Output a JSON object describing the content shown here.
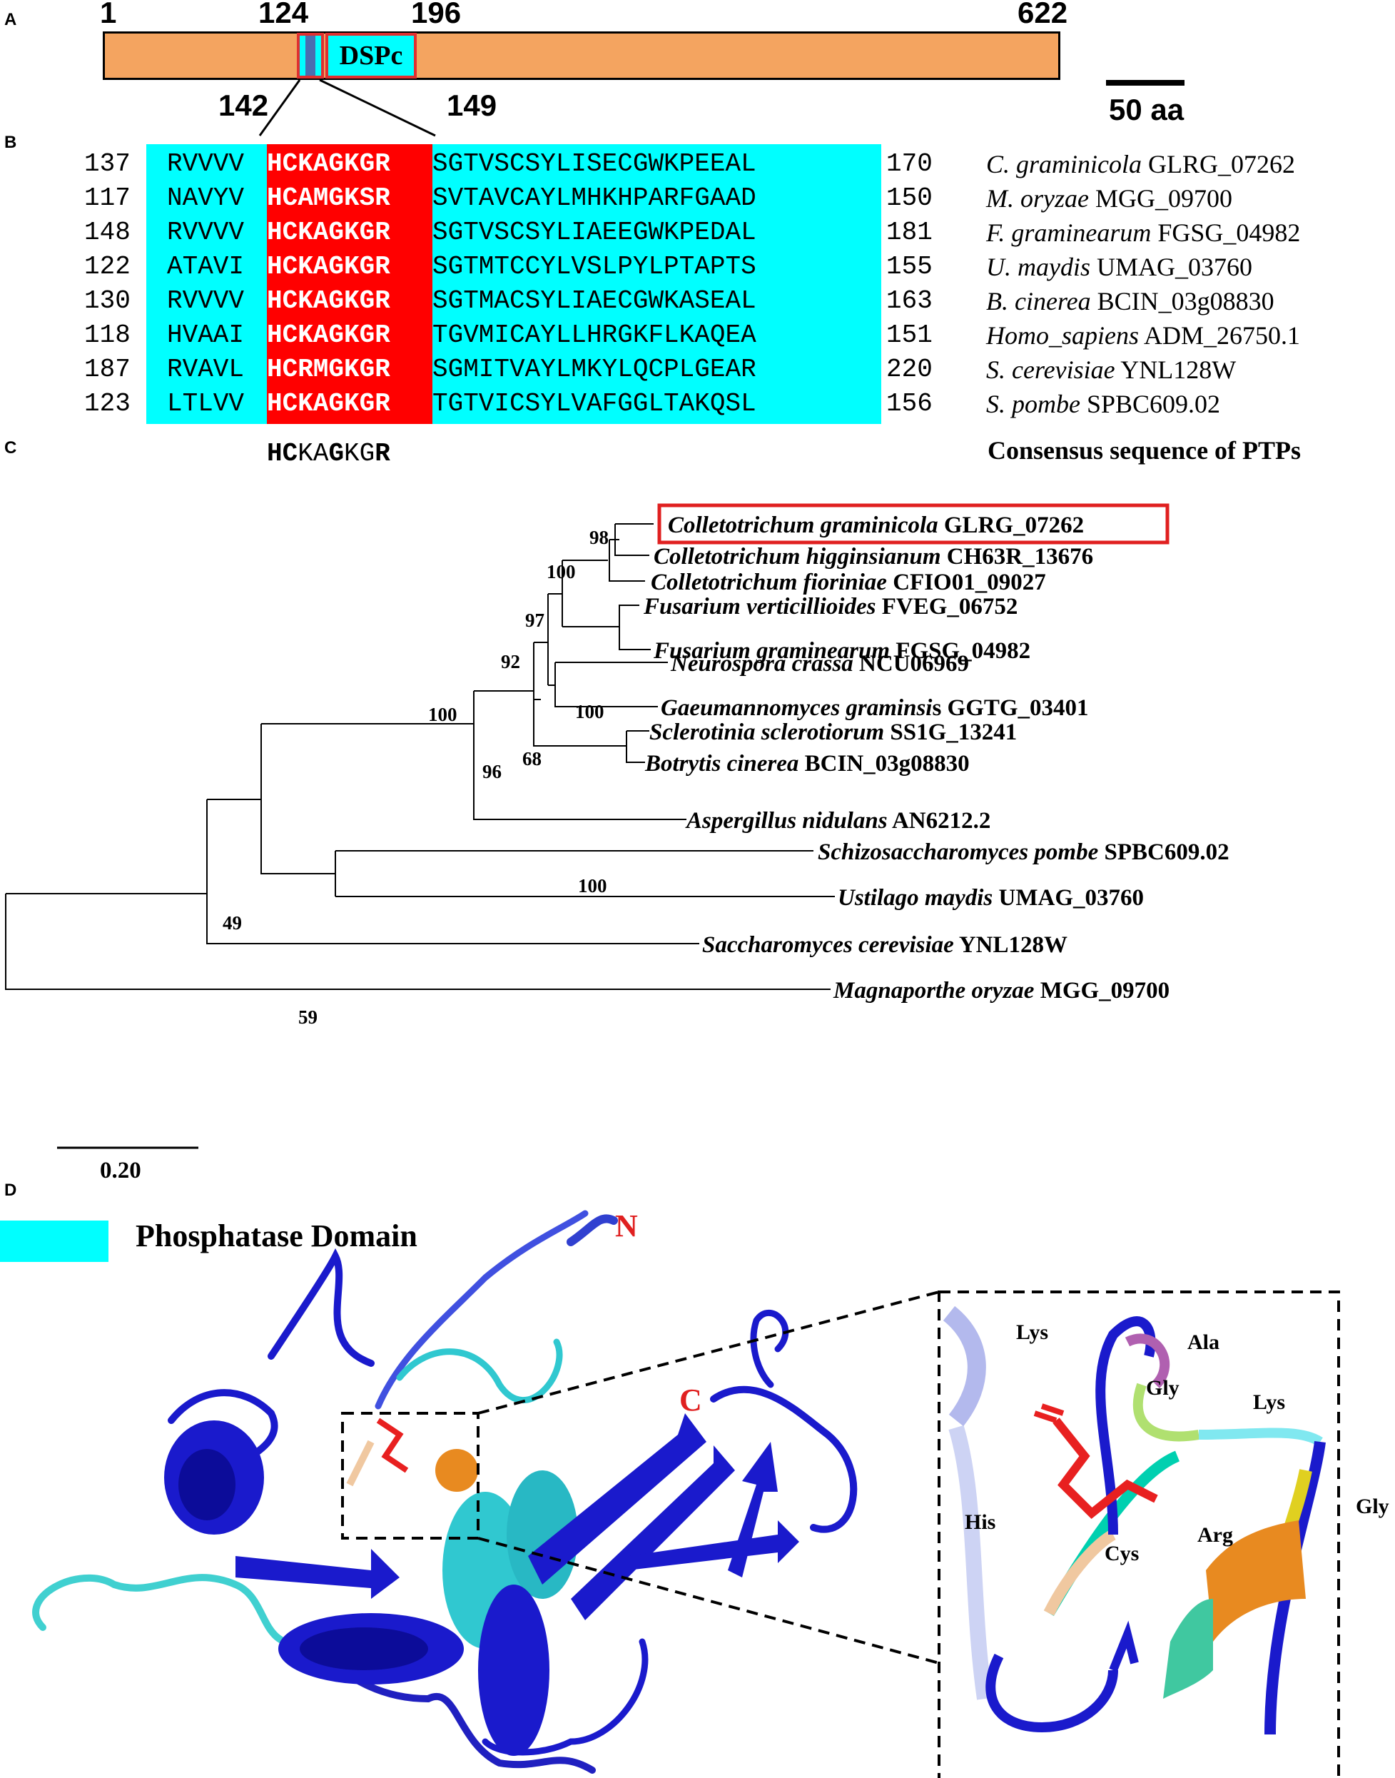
{
  "panels": {
    "a": "A",
    "b": "B",
    "c": "C",
    "d": "D"
  },
  "panel_a": {
    "positions": {
      "start": "1",
      "dspc_start": "124",
      "dspc_end": "196",
      "end": "622",
      "motif_start": "142",
      "motif_end": "149"
    },
    "domain_label": "DSPc",
    "scale_label": "50 aa",
    "colors": {
      "protein": "#F4A460",
      "domain": "#00FFFF",
      "outline": "#E03030"
    }
  },
  "alignment": {
    "rows": [
      {
        "start": "137",
        "pre": "RVVVV",
        "motif": "HCKAGKGR",
        "post": "SGTVSCSYLISECGWKPEEAL",
        "end": "170",
        "species": "C. graminicola",
        "gene": "GLRG_07262"
      },
      {
        "start": "117",
        "pre": "NAVYV",
        "motif": "HCAMGKSR",
        "post": "SVTAVCAYLMHKHPARFGAAD",
        "end": "150",
        "species": "M. oryzae",
        "gene": "MGG_09700"
      },
      {
        "start": "148",
        "pre": "RVVVV",
        "motif": "HCKAGKGR",
        "post": "SGTVSCSYLIAEEGWKPEDAL",
        "end": "181",
        "species": "F. graminearum",
        "gene": "FGSG_04982"
      },
      {
        "start": "122",
        "pre": "ATAVI",
        "motif": "HCKAGKGR",
        "post": "SGTMTCCYLVSLPYLPTAPTS",
        "end": "155",
        "species": "U. maydis",
        "gene": "UMAG_03760"
      },
      {
        "start": "130",
        "pre": "RVVVV",
        "motif": "HCKAGKGR",
        "post": "SGTMACSYLIAECGWKASEAL",
        "end": "163",
        "species": "B. cinerea",
        "gene": "BCIN_03g08830"
      },
      {
        "start": "118",
        "pre": "HVAAI",
        "motif": "HCKAGKGR",
        "post": "TGVMICAYLLHRGKFLKAQEA",
        "end": "151",
        "species": "Homo_sapiens",
        "gene": "ADM_26750.1"
      },
      {
        "start": "187",
        "pre": "RVAVL",
        "motif": "HCRMGKGR",
        "post": "SGMITVAYLMKYLQCPLGEAR",
        "end": "220",
        "species": "S. cerevisiae",
        "gene": "YNL128W"
      },
      {
        "start": "123",
        "pre": "LTLVV",
        "motif": "HCKAGKGR",
        "post": "TGTVICSYLVAFGGLTAKQSL",
        "end": "156",
        "species": "S. pombe",
        "gene": "SPBC609.02"
      }
    ],
    "consensus": {
      "bold1": "HC",
      "plain1": "KA",
      "bold2": "G",
      "plain2": "KG",
      "bold3": "R"
    },
    "consensus_label": "Consensus sequence of PTPs",
    "colors": {
      "block": "#00FFFF",
      "motif": "#FF0000"
    }
  },
  "tree": {
    "taxa": [
      {
        "genus": "Colletotrichum graminicola",
        "id": "GLRG_07262"
      },
      {
        "genus": "Colletotrichum higginsianum",
        "id": "CH63R_13676"
      },
      {
        "genus": "Colletotrichum fioriniae",
        "id": "CFIO01_09027"
      },
      {
        "genus": "Fusarium verticillioides",
        "id": "FVEG_06752"
      },
      {
        "genus": "Fusarium graminearum",
        "id": "FGSG_04982"
      },
      {
        "genus": "Neurospora crassa",
        "id": "NCU06969"
      },
      {
        "genus": "Gaeumannomyces graminsi",
        "suffix": "s",
        "id": "GGTG_03401"
      },
      {
        "genus": "Sclerotinia sclerotiorum",
        "id": "SS1G_13241"
      },
      {
        "genus": "Botrytis cinerea",
        "id": "BCIN_03g08830"
      },
      {
        "genus": "Aspergillus nidulans",
        "id": "AN6212.2"
      },
      {
        "genus": "Schizosaccharomyces pombe",
        "id": "SPBC609.02"
      },
      {
        "genus": "Ustilago maydis",
        "id": "UMAG_03760"
      },
      {
        "genus": "Saccharomyces cerevisiae",
        "id": "YNL128W"
      },
      {
        "genus": "Magnaporthe oryzae",
        "id": "MGG_09700"
      }
    ],
    "bootstrap": [
      "98",
      "100",
      "97",
      "100",
      "92",
      "96",
      "68",
      "100",
      "100",
      "49",
      "59"
    ],
    "scale_label": "0.20",
    "highlight_color": "#E02020"
  },
  "panel_d": {
    "legend_label": "Phosphatase Domain",
    "terminal_labels": {
      "n": "N",
      "c": "C"
    },
    "residues": [
      "Lys",
      "Ala",
      "Gly",
      "Lys",
      "His",
      "Cys",
      "Arg",
      "Gly"
    ],
    "colors": {
      "backbone": "#1A1ACC",
      "domain": "#30D0D0",
      "active_site": "#E82020",
      "arg": "#E88A20",
      "gly": "#E0D020",
      "label_red": "#E02020"
    }
  }
}
